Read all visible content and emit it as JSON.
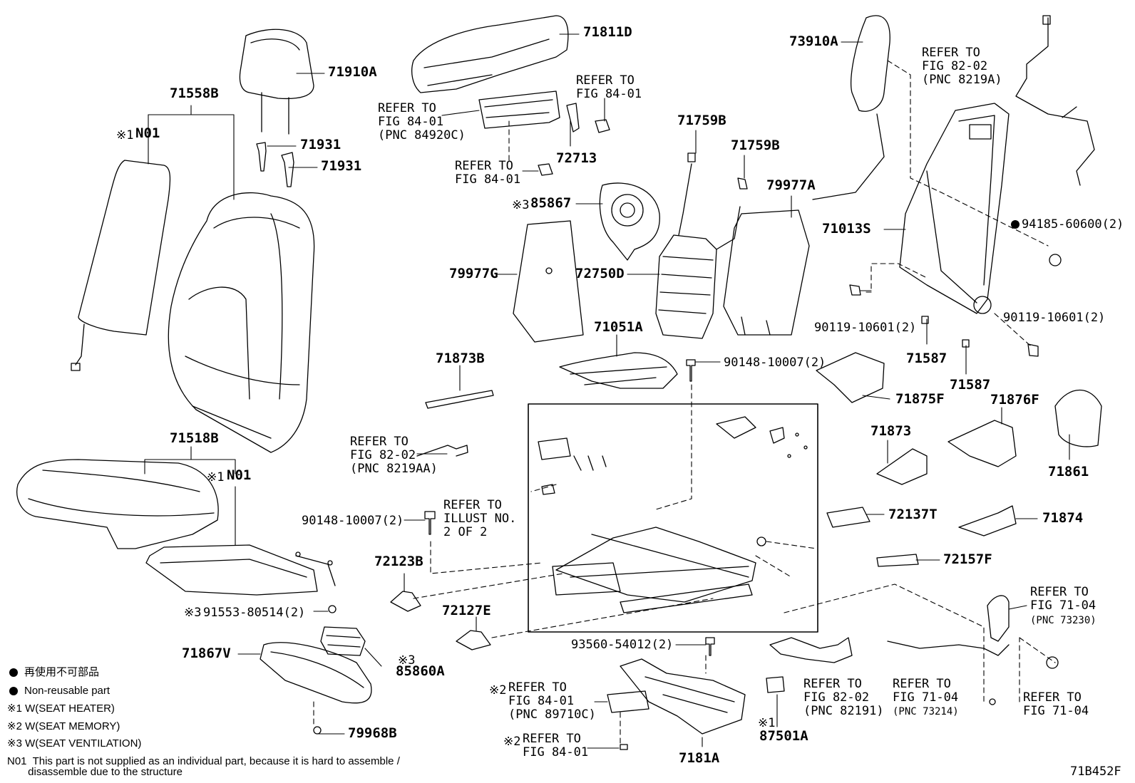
{
  "diagram_code": "71B452F",
  "labels": {
    "p71811D": "71811D",
    "p71910A": "71910A",
    "p71558B": "71558B",
    "p71931a": "71931",
    "p71931b": "71931",
    "n01_top": "N01",
    "ref_84_01_a": "REFER TO\nFIG 84-01",
    "ref_84920C": "REFER TO\nFIG 84-01\n(PNC 84920C)",
    "ref_84_01_b": "REFER TO\nFIG 84-01",
    "p72713": "72713",
    "p85867": "85867",
    "p71759B_a": "71759B",
    "p71759B_b": "71759B",
    "p79977A": "79977A",
    "p73910A": "73910A",
    "ref_8219A": "REFER TO\nFIG 82-02\n(PNC 8219A)",
    "p71013S": "71013S",
    "p94185": "94185-60600(2)",
    "p79977G": "79977G",
    "p72750D": "72750D",
    "p90119_a": "90119-10601(2)",
    "p90119_b": "90119-10601(2)",
    "p71587_a": "71587",
    "p71587_b": "71587",
    "p71051A": "71051A",
    "p71873B": "71873B",
    "p90148_a": "90148-10007(2)",
    "p71875F": "71875F",
    "p71876F": "71876F",
    "p71873": "71873",
    "p71861": "71861",
    "p71518B": "71518B",
    "n01_mid": "N01",
    "ref_8219AA": "REFER TO\nFIG 82-02\n(PNC 8219AA)",
    "p90148_b": "90148-10007(2)",
    "ref_illust": "REFER TO\nILLUST NO.\n2 OF 2",
    "p72137T": "72137T",
    "p71874": "71874",
    "p72123B": "72123B",
    "p72157F": "72157F",
    "p91553": "91553-80514(2)",
    "p72127E": "72127E",
    "ref_73230": "REFER TO\nFIG 71-04",
    "ref_73230_pnc": "(PNC 73230)",
    "p71867V": "71867V",
    "p85860A": "85860A",
    "p93560": "93560-54012(2)",
    "ref_89710C": "REFER TO\nFIG 84-01\n(PNC 89710C)",
    "ref_82191": "REFER TO\nFIG 82-02\n(PNC 82191)",
    "ref_73214": "REFER TO\nFIG 71-04",
    "ref_73214_pnc": "(PNC 73214)",
    "ref_71_04_c": "REFER TO\nFIG 71-04",
    "p79968B": "79968B",
    "ref_84_01_c": "REFER TO\nFIG 84-01",
    "p7181A": "7181A",
    "p87501A": "87501A",
    "mark1": "※1",
    "mark2": "※2",
    "mark3": "※3"
  },
  "legend": {
    "jp": "再使用不可部品",
    "en": "Non-reusable part",
    "m1": "※1 W(SEAT HEATER)",
    "m2": "※2 W(SEAT MEMORY)",
    "m3": "※3 W(SEAT VENTILATION)",
    "n01": "N01  This part is not supplied as an individual part, because it is hard to assemble /\n       disassemble due to the structure"
  }
}
